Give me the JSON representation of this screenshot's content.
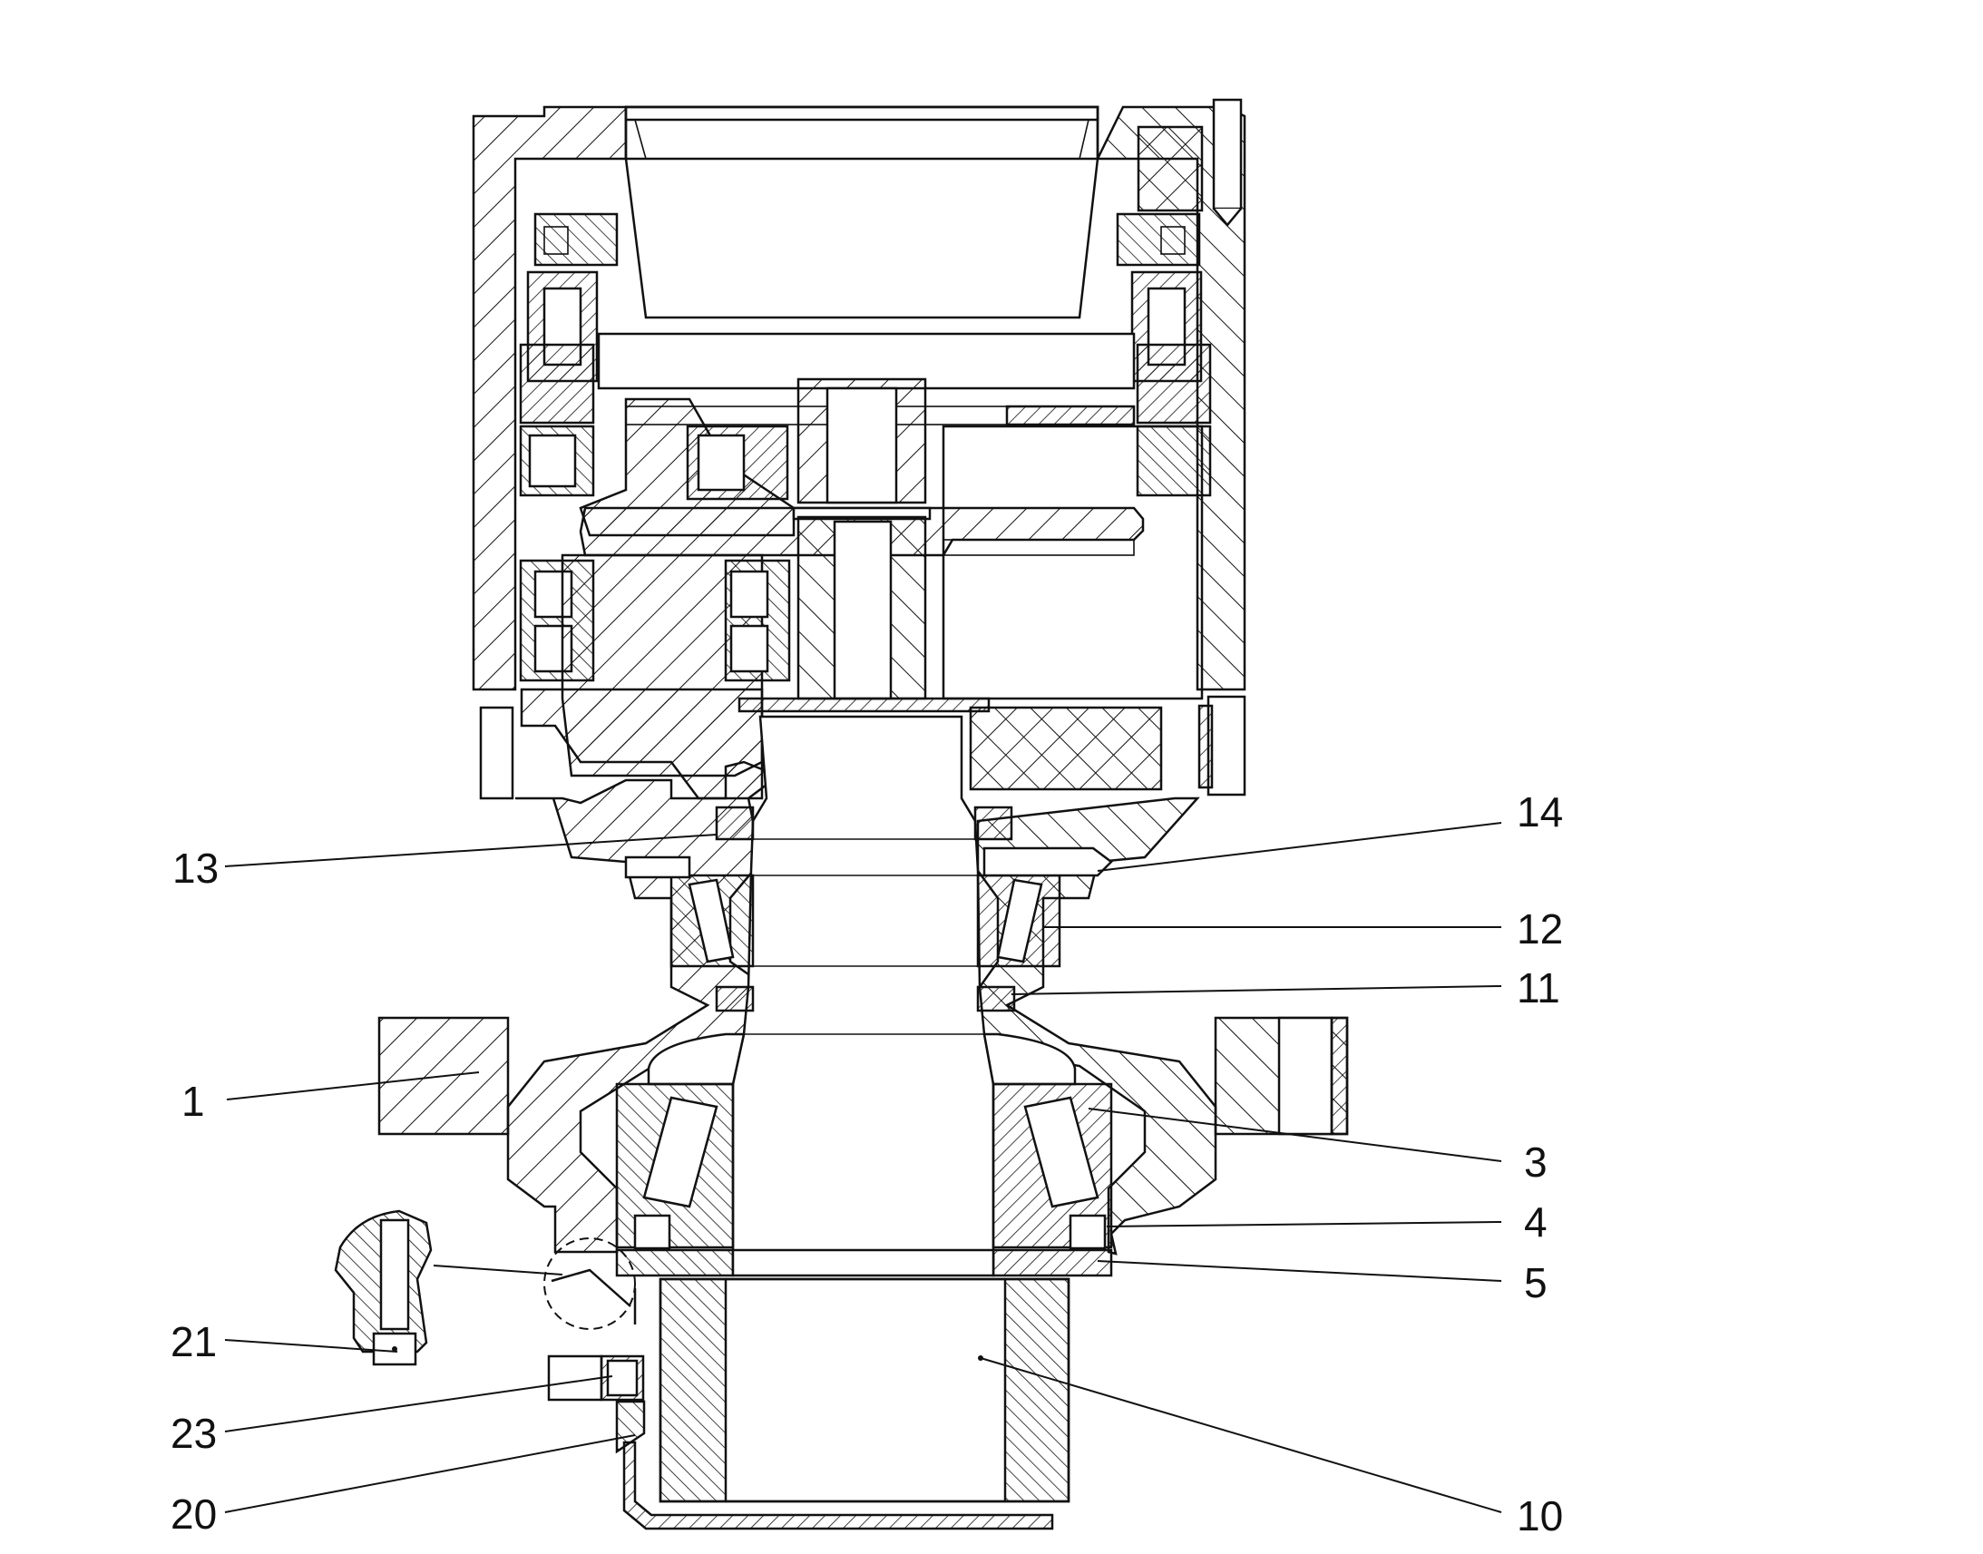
{
  "drawing": {
    "type": "mechanical cross-section",
    "colors": {
      "ink": "#111111",
      "background": "#ffffff"
    },
    "callouts": [
      {
        "id": "c14",
        "text": "14"
      },
      {
        "id": "c13",
        "text": "13"
      },
      {
        "id": "c12",
        "text": "12"
      },
      {
        "id": "c11",
        "text": "11"
      },
      {
        "id": "c1",
        "text": "1"
      },
      {
        "id": "c3",
        "text": "3"
      },
      {
        "id": "c4",
        "text": "4"
      },
      {
        "id": "c5",
        "text": "5"
      },
      {
        "id": "c21",
        "text": "21"
      },
      {
        "id": "c23",
        "text": "23"
      },
      {
        "id": "c20",
        "text": "20"
      },
      {
        "id": "c10",
        "text": "10"
      }
    ]
  }
}
